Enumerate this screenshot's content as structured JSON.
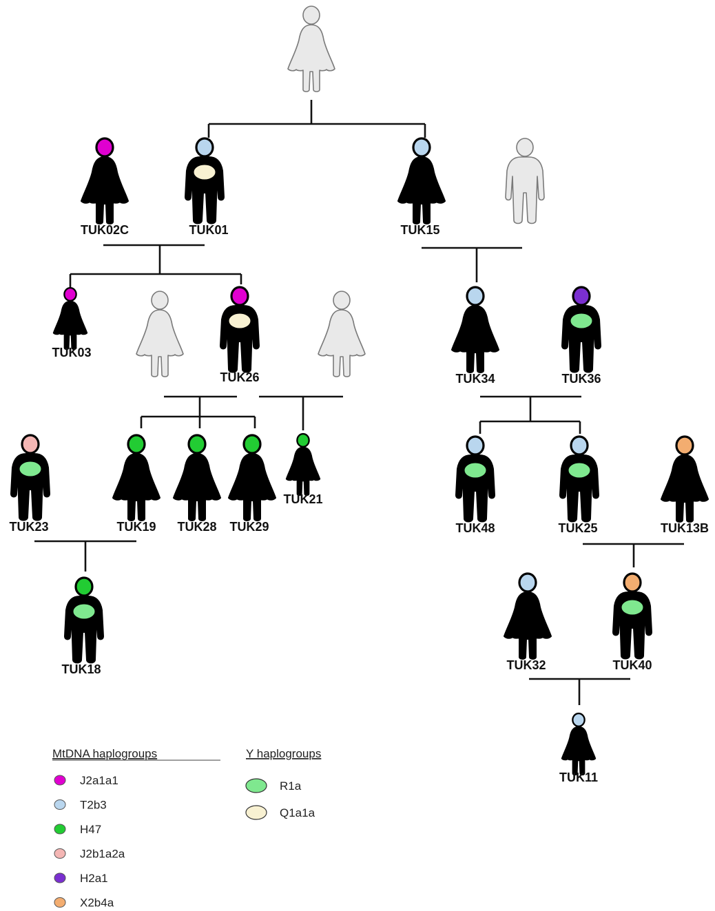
{
  "colors": {
    "J2a1a1": "#e000d0",
    "T2b3": "#b9d6ee",
    "H47": "#22cc33",
    "J2b1a2a": "#f4b6b4",
    "H2a1": "#7a2fd0",
    "X2b4a": "#f3ad70",
    "R1a": "#7fe88f",
    "Q1a1a": "#f8f1d2",
    "unknown": "#e9e9e9",
    "sampled": "#000000"
  },
  "people": [
    {
      "id": "root",
      "label": "",
      "sex": "F",
      "status": "unknown",
      "mt": null,
      "y": null
    },
    {
      "id": "TUK02C",
      "label": "TUK02C",
      "sex": "F",
      "status": "sampled",
      "mt": "J2a1a1",
      "y": null
    },
    {
      "id": "TUK01",
      "label": "TUK01",
      "sex": "M",
      "status": "sampled",
      "mt": "T2b3",
      "y": "Q1a1a"
    },
    {
      "id": "TUK15",
      "label": "TUK15",
      "sex": "F",
      "status": "sampled",
      "mt": "T2b3",
      "y": null
    },
    {
      "id": "u_m1",
      "label": "",
      "sex": "M",
      "status": "unknown",
      "mt": null,
      "y": null
    },
    {
      "id": "TUK03",
      "label": "TUK03",
      "sex": "F",
      "status": "sampled",
      "mt": "J2a1a1",
      "y": null
    },
    {
      "id": "u_f1",
      "label": "",
      "sex": "F",
      "status": "unknown",
      "mt": null,
      "y": null
    },
    {
      "id": "TUK26",
      "label": "TUK26",
      "sex": "M",
      "status": "sampled",
      "mt": "J2a1a1",
      "y": "Q1a1a"
    },
    {
      "id": "u_f2",
      "label": "",
      "sex": "F",
      "status": "unknown",
      "mt": null,
      "y": null
    },
    {
      "id": "TUK34",
      "label": "TUK34",
      "sex": "F",
      "status": "sampled",
      "mt": "T2b3",
      "y": null
    },
    {
      "id": "TUK36",
      "label": "TUK36",
      "sex": "M",
      "status": "sampled",
      "mt": "H2a1",
      "y": "R1a"
    },
    {
      "id": "TUK23",
      "label": "TUK23",
      "sex": "M",
      "status": "sampled",
      "mt": "J2b1a2a",
      "y": "R1a"
    },
    {
      "id": "TUK19",
      "label": "TUK19",
      "sex": "F",
      "status": "sampled",
      "mt": "H47",
      "y": null
    },
    {
      "id": "TUK28",
      "label": "TUK28",
      "sex": "F",
      "status": "sampled",
      "mt": "H47",
      "y": null
    },
    {
      "id": "TUK29",
      "label": "TUK29",
      "sex": "F",
      "status": "sampled",
      "mt": "H47",
      "y": null
    },
    {
      "id": "TUK21",
      "label": "TUK21",
      "sex": "F",
      "status": "sampled",
      "mt": "H47",
      "y": null
    },
    {
      "id": "TUK48",
      "label": "TUK48",
      "sex": "M",
      "status": "sampled",
      "mt": "T2b3",
      "y": "R1a"
    },
    {
      "id": "TUK25",
      "label": "TUK25",
      "sex": "M",
      "status": "sampled",
      "mt": "T2b3",
      "y": "R1a"
    },
    {
      "id": "TUK13B",
      "label": "TUK13B",
      "sex": "F",
      "status": "sampled",
      "mt": "X2b4a",
      "y": null
    },
    {
      "id": "TUK18",
      "label": "TUK18",
      "sex": "M",
      "status": "sampled",
      "mt": "H47",
      "y": "R1a"
    },
    {
      "id": "TUK32",
      "label": "TUK32",
      "sex": "F",
      "status": "sampled",
      "mt": "T2b3",
      "y": null
    },
    {
      "id": "TUK40",
      "label": "TUK40",
      "sex": "M",
      "status": "sampled",
      "mt": "X2b4a",
      "y": "R1a"
    },
    {
      "id": "TUK11",
      "label": "TUK11",
      "sex": "F",
      "status": "sampled",
      "mt": "T2b3",
      "y": null
    }
  ],
  "legend": {
    "mt_title": "MtDNA haplogroups",
    "mt_items": [
      {
        "name": "J2a1a1",
        "color": "#e000d0"
      },
      {
        "name": "T2b3",
        "color": "#b9d6ee"
      },
      {
        "name": "H47",
        "color": "#22cc33"
      },
      {
        "name": "J2b1a2a",
        "color": "#f4b6b4"
      },
      {
        "name": "H2a1",
        "color": "#7a2fd0"
      },
      {
        "name": "X2b4a",
        "color": "#f3ad70"
      }
    ],
    "y_title": "Y haplogroups",
    "y_items": [
      {
        "name": "R1a",
        "color": "#7fe88f"
      },
      {
        "name": "Q1a1a",
        "color": "#f8f1d2"
      }
    ]
  }
}
